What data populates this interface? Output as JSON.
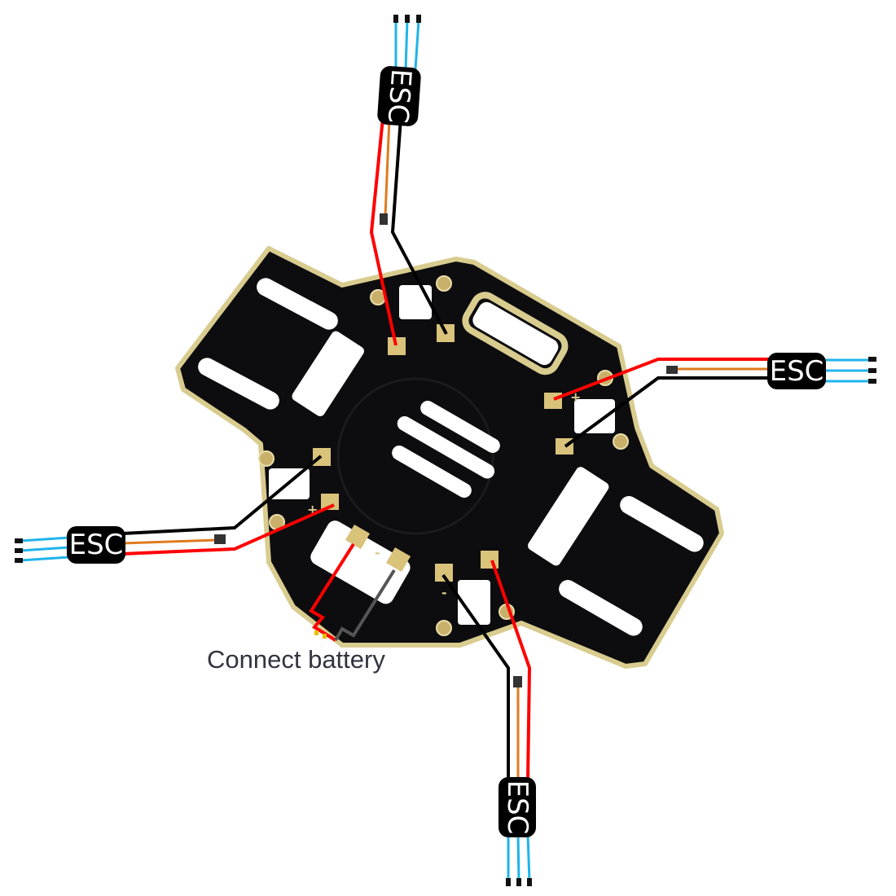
{
  "diagram": {
    "esc_modules": [
      {
        "label": "ESC",
        "position": "top"
      },
      {
        "label": "ESC",
        "position": "right"
      },
      {
        "label": "ESC",
        "position": "left"
      },
      {
        "label": "ESC",
        "position": "bottom"
      }
    ],
    "caption": "Connect battery",
    "pad_signs": {
      "plus": "+",
      "minus": "-"
    },
    "colors": {
      "board": "#0d0d0f",
      "board_edge": "#d9cc8f",
      "pad": "#d9c27a",
      "positive_wire": "#ff0000",
      "negative_wire": "#000000",
      "signal_wire": "#1fb4ea",
      "battery_negative": "#555555"
    }
  }
}
